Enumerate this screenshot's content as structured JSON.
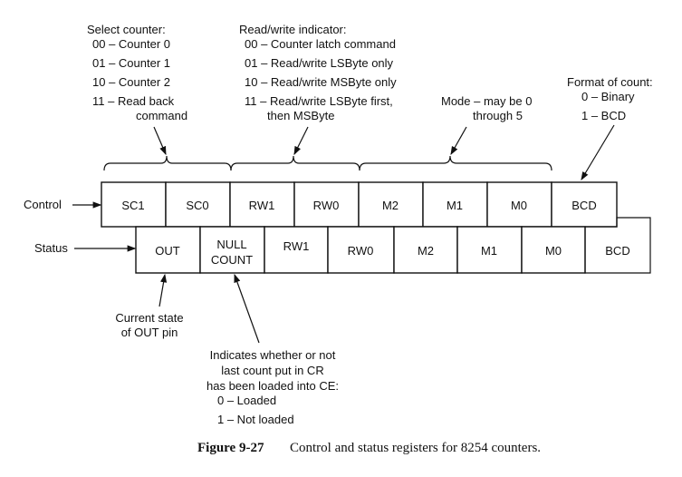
{
  "annotations": {
    "select_counter": {
      "title": "Select counter:",
      "items": [
        "00 – Counter 0",
        "01 – Counter 1",
        "10 – Counter 2",
        "11 – Read back",
        "command"
      ]
    },
    "rw_indicator": {
      "title": "Read/write indicator:",
      "items": [
        "00 – Counter latch command",
        "01 – Read/write LSByte only",
        "10 – Read/write MSByte only",
        "11 – Read/write LSByte first,",
        "then MSByte"
      ]
    },
    "mode": {
      "lines": [
        "Mode – may be 0",
        "through 5"
      ]
    },
    "format": {
      "title": "Format of count:",
      "items": [
        "0 – Binary",
        "1 – BCD"
      ]
    },
    "out_state": {
      "lines": [
        "Current state",
        "of OUT pin"
      ]
    },
    "null_count": {
      "lines": [
        "Indicates whether or not",
        "last count put in CR",
        "has been loaded into CE:",
        "0 – Loaded",
        "1 – Not loaded"
      ]
    }
  },
  "control": {
    "label": "Control",
    "cells": [
      "SC1",
      "SC0",
      "RW1",
      "RW0",
      "M2",
      "M1",
      "M0",
      "BCD"
    ]
  },
  "status": {
    "label": "Status",
    "cells": [
      "OUT",
      "NULL",
      "COUNT",
      "RW1",
      "RW0",
      "M2",
      "M1",
      "M0",
      "BCD"
    ]
  },
  "caption": {
    "figure": "Figure 9-27",
    "text": "Control and status registers for 8254 counters."
  }
}
